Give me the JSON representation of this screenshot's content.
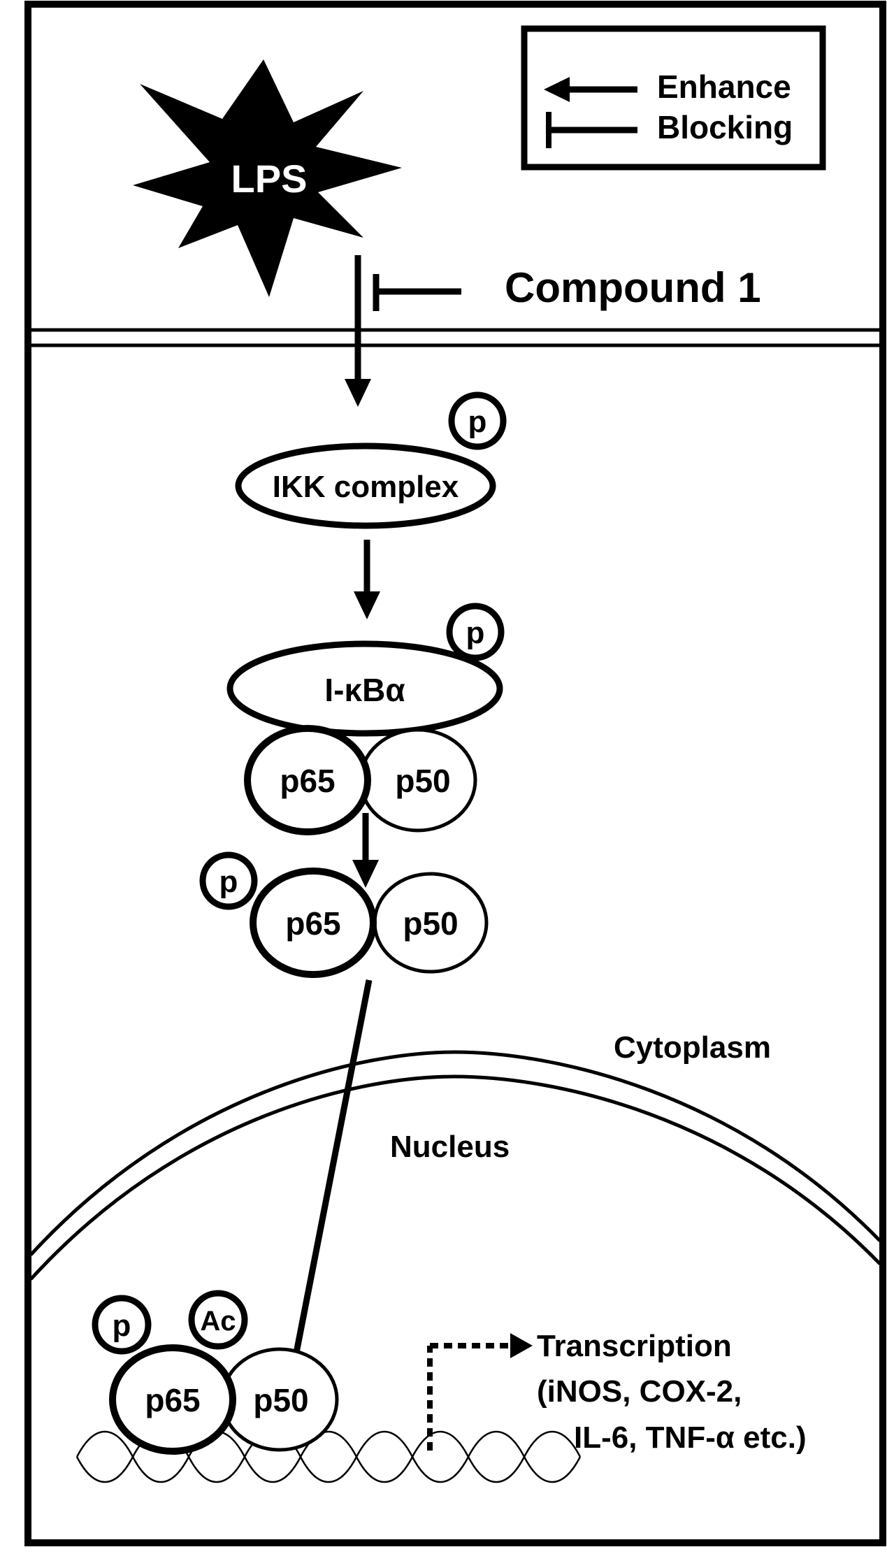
{
  "legend": {
    "enhance_label": "Enhance",
    "blocking_label": "Blocking"
  },
  "stimulus": {
    "label": "LPS"
  },
  "inhibitor": {
    "label": "Compound 1"
  },
  "molecules": {
    "ikk_label": "IKK complex",
    "ikba_label": "I-κBα",
    "p65_label": "p65",
    "p50_label": "p50",
    "phospho_label": "p",
    "acetyl_label": "Ac"
  },
  "compartments": {
    "cytoplasm_label": "Cytoplasm",
    "nucleus_label": "Nucleus"
  },
  "transcription": {
    "title": "Transcription",
    "line1": "(iNOS, COX-2,",
    "line2": "IL-6, TNF-α etc.)"
  }
}
